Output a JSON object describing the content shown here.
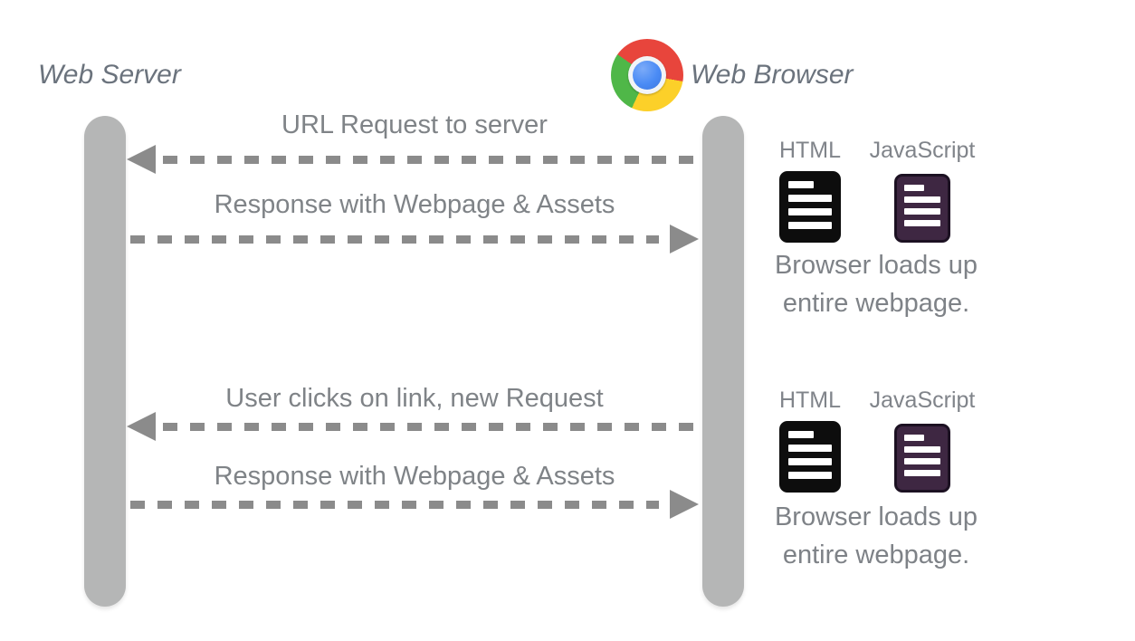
{
  "server_label": "Web Server",
  "browser_label": "Web Browser",
  "messages": [
    {
      "label": "URL Request to server",
      "direction": "left"
    },
    {
      "label": "Response with Webpage & Assets",
      "direction": "right"
    },
    {
      "label": "User clicks on link, new Request",
      "direction": "left"
    },
    {
      "label": "Response with Webpage & Assets",
      "direction": "right"
    }
  ],
  "groups": [
    {
      "file_labels": [
        "HTML",
        "JavaScript"
      ],
      "caption_line1": "Browser loads up",
      "caption_line2": "entire webpage."
    },
    {
      "file_labels": [
        "HTML",
        "JavaScript"
      ],
      "caption_line1": "Browser loads up",
      "caption_line2": "entire webpage."
    }
  ],
  "colors": {
    "lifeline": "#b5b6b6",
    "arrow": "#8b8b8b",
    "label_text": "#7f8387",
    "title_text": "#6b737d",
    "html_icon": "#0d0d0d",
    "js_icon": "#3e2742",
    "js_icon_border": "#1c1122",
    "chrome_red": "#e8453c",
    "chrome_yellow": "#fcd029",
    "chrome_green": "#4fb748",
    "chrome_blue": "#4a8bf5"
  }
}
